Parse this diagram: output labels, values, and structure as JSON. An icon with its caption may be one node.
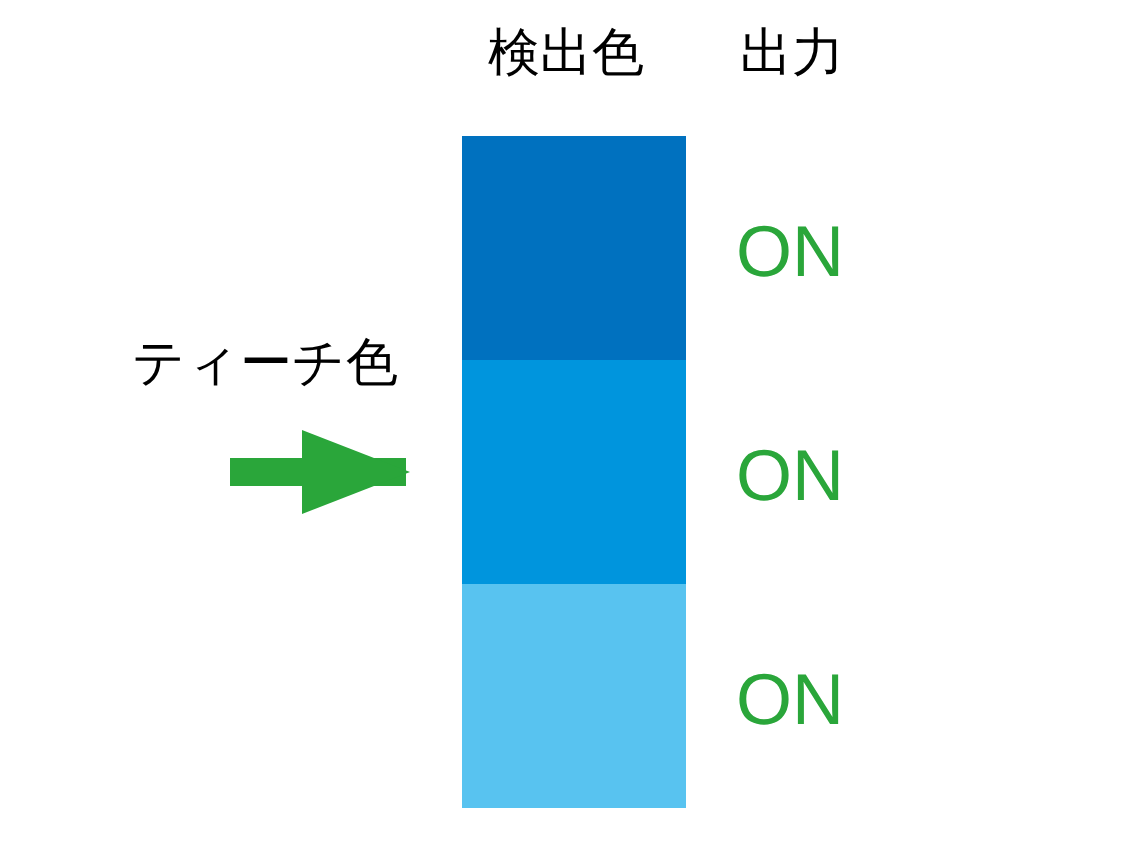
{
  "diagram": {
    "nodes": [
      {
        "text": [],
        "shape": "box",
        "beside": [
          "ON"
        ]
      },
      {
        "text": [],
        "shape": "box",
        "beside": [
          "ON"
        ]
      },
      {
        "text": [],
        "shape": "box",
        "beside": [
          "ON"
        ]
      }
    ],
    "edges": [
      {
        "from": null,
        "to": 1,
        "arrow": "to"
      }
    ],
    "labels": [
      "検出色",
      "出力",
      "ティーチ色"
    ]
  }
}
